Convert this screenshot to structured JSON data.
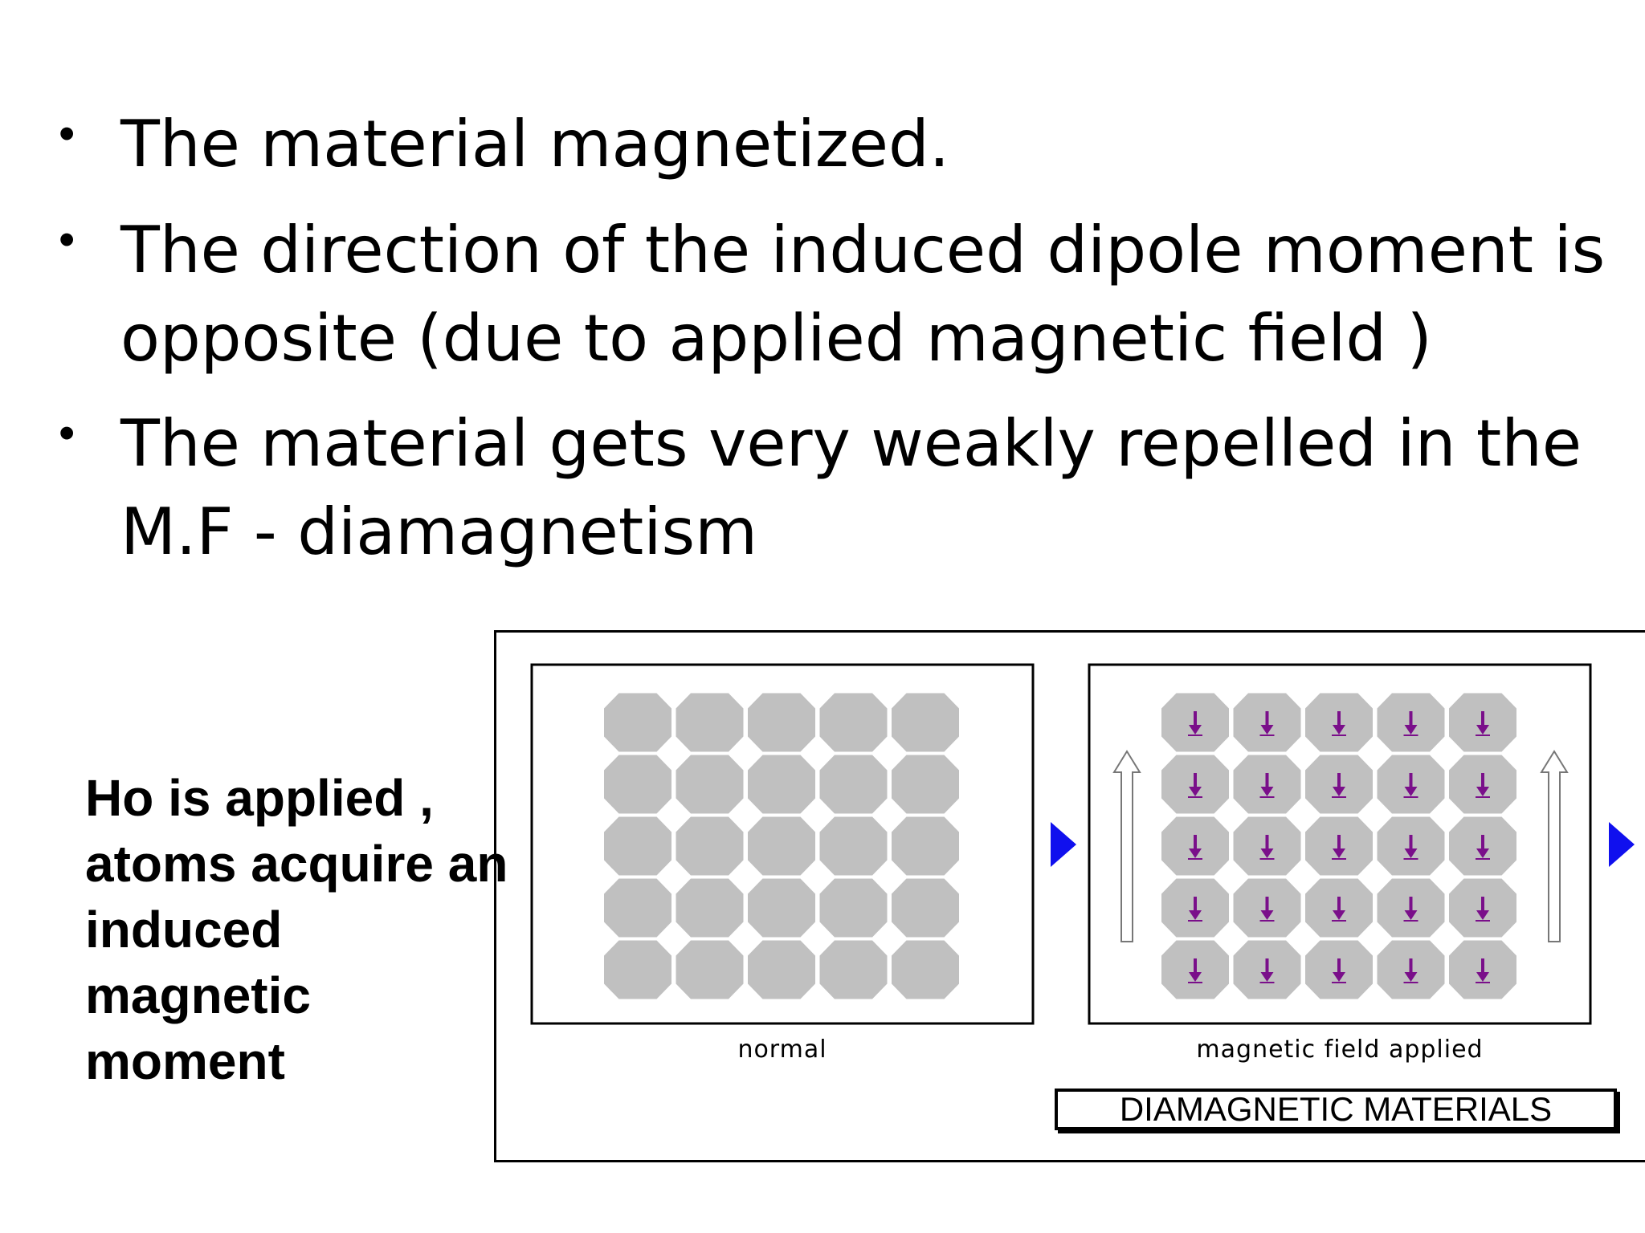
{
  "bullets": [
    {
      "lines": [
        "The material magnetized."
      ]
    },
    {
      "lines": [
        "The direction of the induced dipole moment is",
        "opposite (due to applied magnetic field )"
      ]
    },
    {
      "lines": [
        "The material gets very weakly repelled in the",
        "M.F - diamagnetism"
      ]
    }
  ],
  "side_note": "Ho is applied ,\natoms acquire an\ninduced\nmagnetic\nmoment",
  "figure": {
    "panel_normal_caption": "normal",
    "panel_field_caption": "magnetic field applied",
    "title": "DIAMAGNETIC MATERIALS",
    "atom_rows": 5,
    "atom_cols": 5,
    "atom_color": "#c0c0c0",
    "moment_arrow_color": "#7a0f8a",
    "play_arrow_color": "#1010ee",
    "field_arrow_icon": "hollow-up-arrow-icon",
    "play_icon": "play-triangle-icon"
  }
}
